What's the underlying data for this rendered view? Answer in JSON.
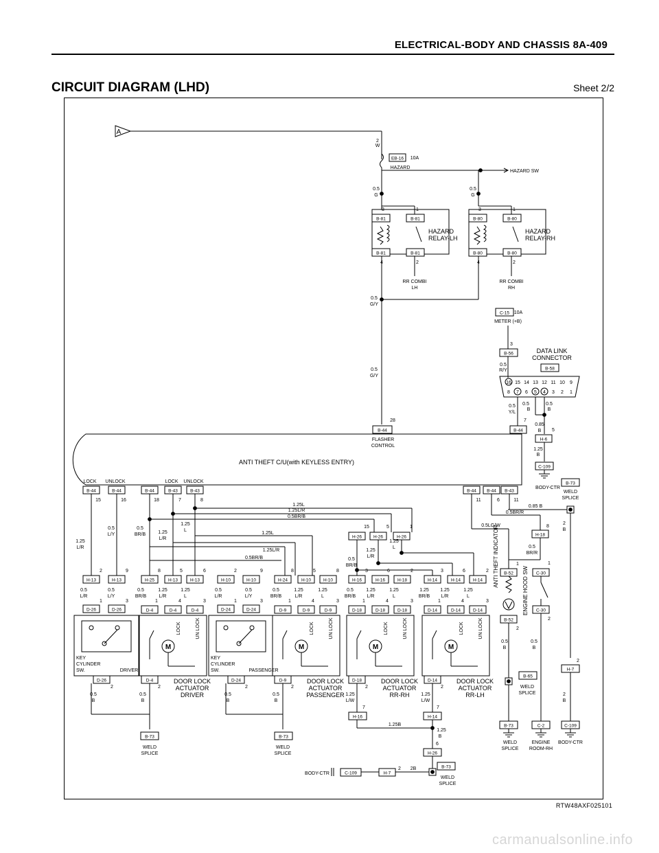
{
  "header": {
    "title": "ELECTRICAL-BODY AND CHASSIS  8A-409"
  },
  "page": {
    "title": "CIRCUIT DIAGRAM (LHD)",
    "sheet": "Sheet 2/2"
  },
  "diagram": {
    "marker": "A",
    "fuse_eb16": {
      "conn": "EB-16",
      "rating": "10A",
      "name": "HAZARD",
      "wire": "2",
      "wire_color": "W"
    },
    "hazard_sw": "HAZARD SW",
    "relay_lh": {
      "line1": "HAZARD",
      "line2": "RELAY-LH",
      "conn": "B-81",
      "wire_in": "0.5",
      "wire_in_color": "G",
      "pins": [
        "3",
        "1",
        "4",
        "2"
      ],
      "out_line1": "RR COMBI",
      "out_line2": "LH"
    },
    "relay_rh": {
      "line1": "HAZARD",
      "line2": "RELAY-RH",
      "conn": "B-80",
      "wire_in": "0.5",
      "wire_in_color": "G",
      "pins": [
        "3",
        "1",
        "4",
        "2"
      ],
      "out_line1": "RR COMBI",
      "out_line2": "RH"
    },
    "gy_wire_1": {
      "size": "0.5",
      "color": "G/Y"
    },
    "gy_wire_2": {
      "size": "0.5",
      "color": "G/Y"
    },
    "fuse_c15": {
      "conn": "C-15",
      "rating": "10A",
      "name": "METER (+B)"
    },
    "dlc": {
      "line1": "DATA LINK",
      "line2": "CONNECTOR",
      "conn_a": "B-56",
      "conn_b": "B-58",
      "pin_a": "3",
      "wire": "0.5",
      "wire_color": "R/Y",
      "top_pins": [
        "16",
        "15",
        "14",
        "13",
        "12",
        "11",
        "10",
        "9"
      ],
      "bottom_pins": [
        "8",
        "7",
        "6",
        "5",
        "4",
        "3",
        "2",
        "1"
      ],
      "w1": "0.5",
      "w1c": "Y/L",
      "w2": "0.5",
      "w2c": "B",
      "w3": "0.5",
      "w3c": "B",
      "w4": "0.85",
      "w4c": "B"
    },
    "ecu": {
      "name": "ANTI THEFT C/U(with KEYLESS ENTRY)",
      "flasher_line1": "FLASHER",
      "flasher_line2": "CONTROL",
      "conn_flash": "B-44",
      "pin_flash": "28",
      "conn_right": "B-44",
      "pin_right": "7"
    },
    "h6": {
      "conn": "H-6",
      "pin": "5",
      "wire": "1.25",
      "color": "B",
      "ground": "C-109",
      "ground_label": "BODY-CTR"
    },
    "weld_b73_top": {
      "conn": "B-73",
      "line1": "WELD",
      "line2": "SPLICE",
      "wire": "0.85 B",
      "pin": "2",
      "wire2": "B"
    },
    "top_conns": [
      {
        "label": "LOCK",
        "conn": "B-44",
        "pin": "15"
      },
      {
        "label": "UNLOCK",
        "conn": "B-44",
        "pin": "16"
      },
      {
        "label": "",
        "conn": "B-44",
        "pin": "18"
      },
      {
        "label": "LOCK",
        "conn": "B-43",
        "pin": "7"
      },
      {
        "label": "UNLOCK",
        "conn": "B-43",
        "pin": "8"
      },
      {
        "label": "",
        "conn": "B-44",
        "pin": "11"
      },
      {
        "label": "",
        "conn": "B-44",
        "pin": "6"
      },
      {
        "label": "",
        "conn": "B-43",
        "pin": "11"
      }
    ],
    "bus_labels": [
      "1.25L",
      "1.25L/R",
      "0.5BR/B",
      "1.25L",
      "1.25L/R",
      "0.5BR/B",
      "0.5BR/R",
      "0.5LG/W"
    ],
    "wire_labels": [
      {
        "size": "1.25",
        "color": "L/R"
      },
      {
        "size": "0.5",
        "color": "L/Y"
      },
      {
        "size": "0.5",
        "color": "BR/B"
      },
      {
        "size": "1.25",
        "color": "L/R"
      },
      {
        "size": "1.25",
        "color": "L"
      }
    ],
    "h26_group": {
      "conns": [
        "H-26",
        "H-26",
        "H-26"
      ],
      "pins": [
        "15",
        "5",
        "1"
      ],
      "w1": "0.5",
      "w1c": "BR/B",
      "w2": "1.25",
      "w2c": "L/R",
      "w3": "1.25",
      "w3c": "L"
    },
    "switches": [
      {
        "h": "H-13",
        "d": "D-26",
        "name1": "KEY",
        "name2": "CYLINDER",
        "name3": "SW.",
        "role": "DRIVER",
        "hpins": [
          "2",
          "9"
        ],
        "dpins": [
          "1",
          "3"
        ],
        "ground_conn": "D-26",
        "gpin": "2",
        "w": "0.5",
        "wc": "B"
      },
      {
        "h": "H-10",
        "d": "D-24",
        "name1": "KEY",
        "name2": "CYLINDER",
        "name3": "SW.",
        "role": "PASSENGER",
        "hpins": [
          "2",
          "9"
        ],
        "dpins": [
          "1",
          "3"
        ],
        "ground_conn": "D-24",
        "gpin": "2",
        "w": "0.5",
        "wc": "B"
      }
    ],
    "actuators": [
      {
        "h": "H-25",
        "h2": "H-13",
        "h3": "H-13",
        "d": "D-4",
        "line1": "DOOR LOCK",
        "line2": "ACTUATOR",
        "line3": "DRIVER",
        "hpins": [
          "8",
          "5",
          "6"
        ],
        "dpins": [
          "1",
          "4",
          "3"
        ],
        "gpin": "2",
        "w": "0.5",
        "wc": "B",
        "lock": "LOCK",
        "unlock": "UN LOCK"
      },
      {
        "h": "H-24",
        "h2": "H-10",
        "h3": "H-10",
        "d": "D-9",
        "line1": "DOOR LOCK",
        "line2": "ACTUATOR",
        "line3": "PASSENGER",
        "hpins": [
          "8",
          "5",
          "8"
        ],
        "dpins": [
          "1",
          "4",
          "3"
        ],
        "gpin": "2",
        "w": "0.5",
        "wc": "B",
        "lock": "LOCK",
        "unlock": "UN LOCK"
      },
      {
        "h": "H-16",
        "h2": "H-16",
        "h3": "H-18",
        "d": "D-18",
        "line1": "DOOR LOCK",
        "line2": "ACTUATOR",
        "line3": "RR-RH",
        "hpins": [
          "3",
          "6",
          "2"
        ],
        "dpins": [
          "1",
          "4",
          "3"
        ],
        "gpin": "2",
        "w": "1.25",
        "wc": "L/W",
        "lock": "LOCK",
        "unlock": "UN LOCK"
      },
      {
        "h": "H-14",
        "h2": "H-14",
        "h3": "H-14",
        "d": "D-14",
        "line1": "DOOR LOCK",
        "line2": "ACTUATOR",
        "line3": "RR-LH",
        "hpins": [
          "3",
          "6",
          "2"
        ],
        "dpins": [
          "1",
          "4",
          "3"
        ],
        "gpin": "2",
        "w": "1.25",
        "wc": "L/W",
        "lock": "LOCK",
        "unlock": "UN LOCK"
      }
    ],
    "small_wires": [
      "0.5",
      "L/R",
      "0.5",
      "L/Y",
      "0.5",
      "BR/B",
      "1.25",
      "L/R",
      "1.25",
      "L",
      "0.5",
      "L/R",
      "0.5",
      "L/Y",
      "0.5",
      "BR/B",
      "1.25",
      "L/R",
      "1.25",
      "L",
      "0.5",
      "BR/B",
      "1.25",
      "L/R",
      "1.25",
      "L",
      "1.25",
      "BR/B",
      "1.25",
      "L/R",
      "1.25",
      "L"
    ],
    "indicator": {
      "label": "ANTI THEFT INDICATOR",
      "conn": "B-52",
      "pin1": "1",
      "pin2": "2",
      "h": "H-18",
      "hpin": "8",
      "w": "0.5",
      "wc": "BR/R",
      "gw": "0.5",
      "gwc": "B"
    },
    "hood_sw": {
      "label": "ENGINE HOOD SW",
      "conn": "C-30",
      "pin1": "1",
      "pin2": "2",
      "gw": "0.5",
      "gwc": "B"
    },
    "h7_right": {
      "conn": "H-7",
      "pin": "2",
      "w": "2",
      "wc": "B"
    },
    "b65": {
      "conn": "B-65",
      "line1": "WELD",
      "line2": "SPLICE"
    },
    "grounds": [
      {
        "conn": "B-73",
        "line1": "WELD",
        "line2": "SPLICE"
      },
      {
        "conn": "C-2",
        "line1": "ENGINE",
        "line2": "ROOM-RH"
      },
      {
        "conn": "C-109",
        "line1": "BODY-CTR",
        "line2": ""
      }
    ],
    "weld_left": {
      "conn": "B-73",
      "line1": "WELD",
      "line2": "SPLICE"
    },
    "weld_mid": {
      "conn": "B-73",
      "line1": "WELD",
      "line2": "SPLICE"
    },
    "rr_bottom": {
      "h16": "H-16",
      "h14": "H-14",
      "pin16": "7",
      "pin14": "7",
      "bus": "1.25B",
      "w": "1.25",
      "wc": "B",
      "h26": "H-26",
      "h26pin": "6",
      "weld": "B-73",
      "weld1": "WELD",
      "weld2": "SPLICE"
    },
    "bottom_ground": {
      "label": "BODY-CTR",
      "conn": "C-109",
      "h": "H-7",
      "pin": "2",
      "wire": "2B"
    }
  },
  "ref_code": "RTW48AXF025101",
  "watermark": "carmanualsonline.info"
}
